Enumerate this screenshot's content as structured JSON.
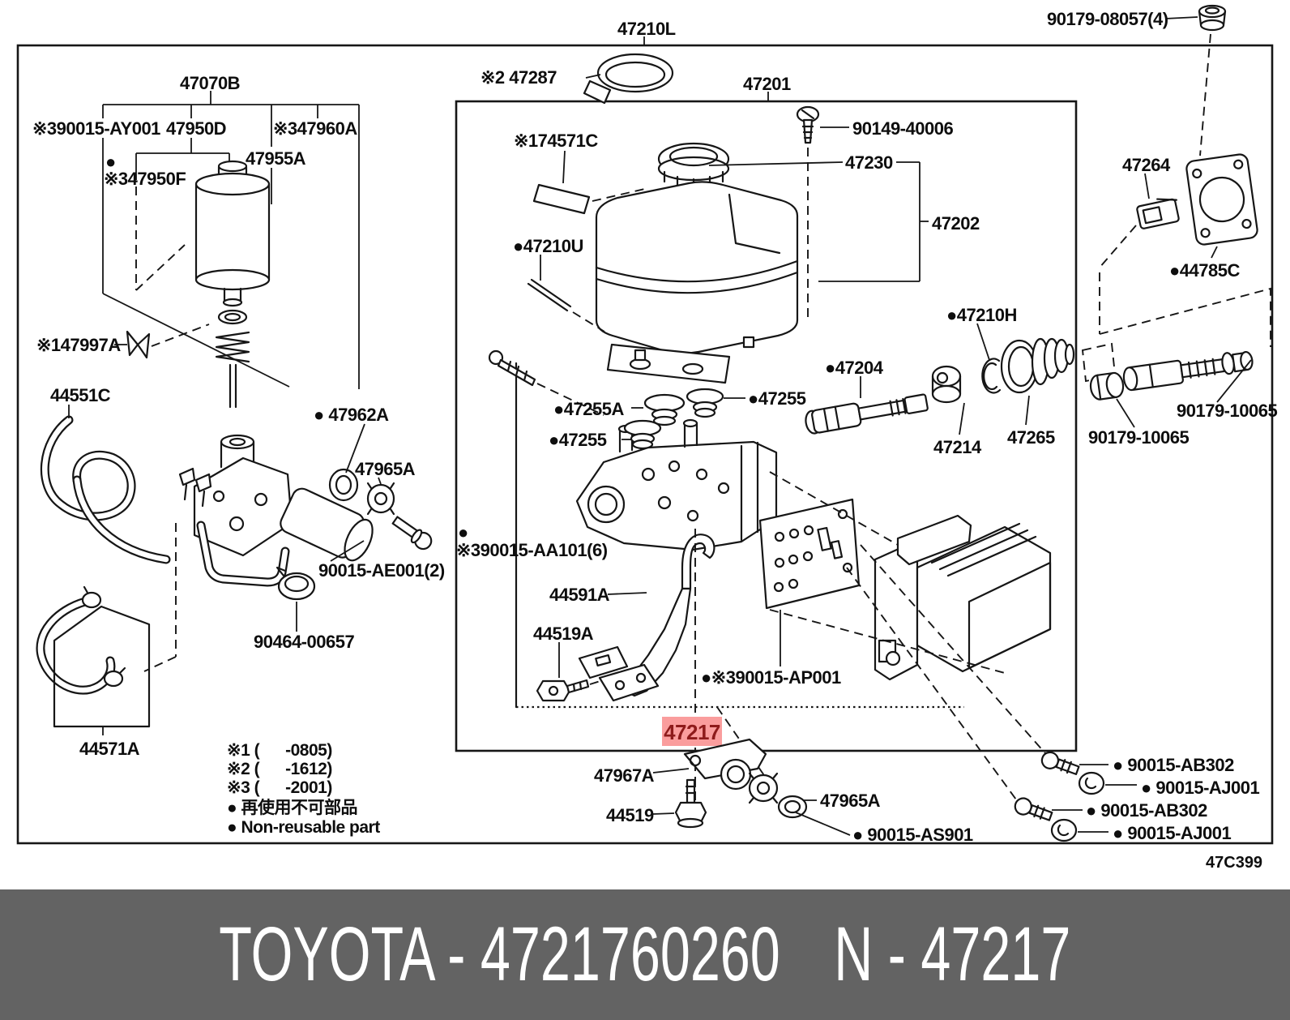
{
  "footer": {
    "brand_part": "TOYOTA - 4721760260",
    "ref": "N - 47217",
    "bg_color": "#636363",
    "text_color": "#ffffff"
  },
  "diagram": {
    "drawing_code": "47C399",
    "highlight": {
      "part_no": "47217",
      "bg_color": "#FA9D9D",
      "text_color": "#8E1B1B"
    },
    "legend": {
      "note1": "※1 (      -0805)",
      "note2": "※2 (      -1612)",
      "note3": "※3 (      -2001)",
      "jp": "● 再使用不可部品",
      "en": "● Non-reusable part"
    },
    "labels": {
      "p47210L": "47210L",
      "p90179_08057": "90179-08057(4)",
      "p47287": "※2 47287",
      "p47201": "47201",
      "p47070B": "47070B",
      "p90015_AY001": "※390015-AY001",
      "p47950D": "47950D",
      "p47960A": "※347960A",
      "p47955A": "47955A",
      "p47950F_dot": "●",
      "p47950F": "※347950F",
      "p74571C": "※174571C",
      "p90149_40006": "90149-40006",
      "p47230": "47230",
      "p47202": "47202",
      "p47264": "47264",
      "p44785C": "●44785C",
      "p47210U": "●47210U",
      "p47210H": "●47210H",
      "p47204": "●47204",
      "p47997A": "※147997A",
      "p44551C": "44551C",
      "p47962A": "● 47962A",
      "p47965A_mid": "47965A",
      "p47255A": "●47255A",
      "p47255_r": "●47255",
      "p47255_l": "●47255",
      "p47214": "47214",
      "p47265": "47265",
      "p90179_10065_l": "90179-10065",
      "p90179_10065_r": "90179-10065",
      "pAA101_dot": "●",
      "p90015_AA101": "※390015-AA101(6)",
      "p90015_AE001": "90015-AE001(2)",
      "p44591A": "44591A",
      "p44519A": "44519A",
      "p90464_00657": "90464-00657",
      "p90015_AP001": "●※390015-AP001",
      "p44571A": "44571A",
      "p47967A": "47967A",
      "p44519": "44519",
      "p47965A_bot": "47965A",
      "p90015_AS901": "● 90015-AS901",
      "p90015_AB302_1": "● 90015-AB302",
      "p90015_AJ001_1": "● 90015-AJ001",
      "p90015_AB302_2": "● 90015-AB302",
      "p90015_AJ001_2": "● 90015-AJ001"
    }
  }
}
